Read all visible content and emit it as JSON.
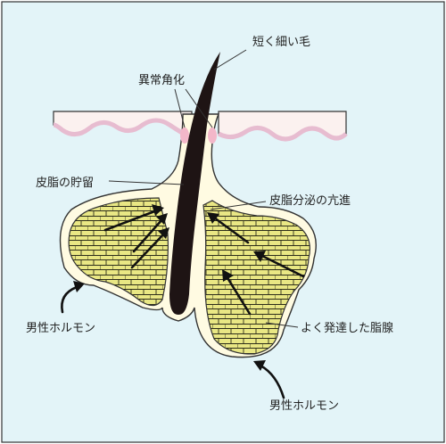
{
  "labels": {
    "short_thin_hair": "短く細い毛",
    "abnormal_keratinization": "異常角化",
    "sebum_retention": "皮脂の貯留",
    "increased_sebum_secretion": "皮脂分泌の亢進",
    "male_hormone_left": "男性ホルモン",
    "developed_sebaceous_gland": "よく発達した脂腺",
    "male_hormone_bottom": "男性ホルモン"
  },
  "colors": {
    "background": "#e3f4f8",
    "skin_surface": "#fbf1ef",
    "skin_wave": "#e7bcd0",
    "follicle": "#fffbe2",
    "gland": "#e9e784",
    "gland_cell_line": "#2d2d1a",
    "hair": "#1e1414",
    "keratin": "#f3b7c9"
  }
}
